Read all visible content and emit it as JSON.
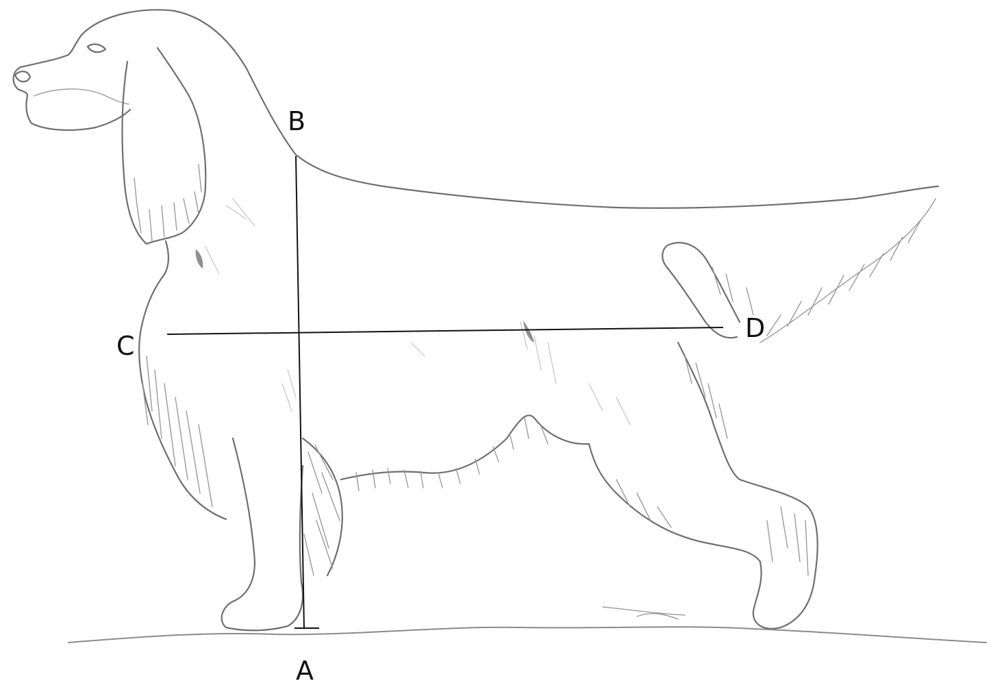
{
  "diagram": {
    "subject": "spaniel-side-view-pencil-sketch",
    "line_color": "#111111",
    "sketch_color": "#6e6e6e",
    "points": {
      "a": "A",
      "b": "B",
      "c": "C",
      "d": "D"
    },
    "measurements": [
      {
        "from": "A",
        "to": "B",
        "orientation": "vertical"
      },
      {
        "from": "C",
        "to": "D",
        "orientation": "horizontal"
      }
    ]
  }
}
